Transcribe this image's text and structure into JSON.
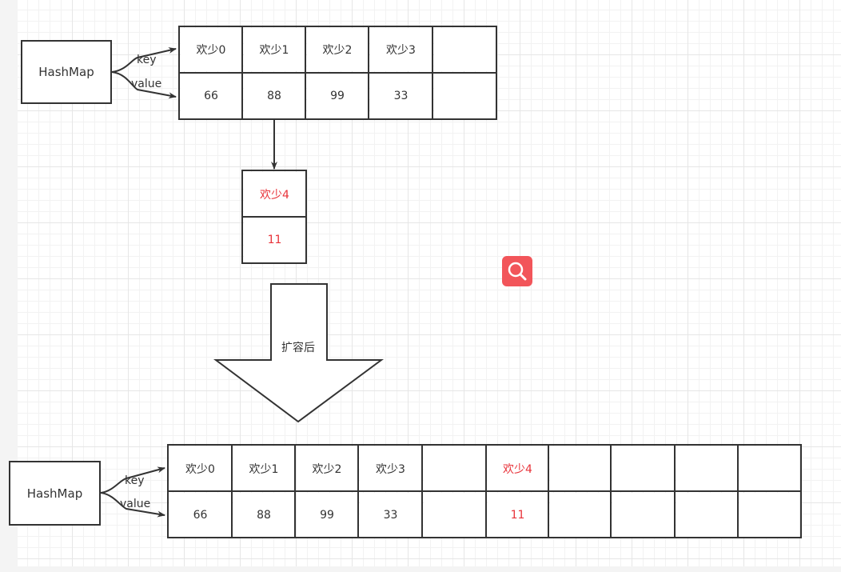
{
  "top": {
    "hashmap_label": "HashMap",
    "key_label": "key",
    "value_label": "value",
    "keys": [
      "欢少0",
      "欢少1",
      "欢少2",
      "欢少3",
      ""
    ],
    "values": [
      "66",
      "88",
      "99",
      "33",
      ""
    ],
    "collision": {
      "key": "欢少4",
      "value": "11"
    }
  },
  "arrow_label": "扩容后",
  "bottom": {
    "hashmap_label": "HashMap",
    "key_label": "key",
    "value_label": "value",
    "keys": [
      "欢少0",
      "欢少1",
      "欢少2",
      "欢少3",
      "",
      "欢少4",
      "",
      "",
      "",
      ""
    ],
    "values": [
      "66",
      "88",
      "99",
      "33",
      "",
      "11",
      "",
      "",
      "",
      ""
    ]
  },
  "search_button": {
    "icon": "magnifier-icon"
  },
  "colors": {
    "highlight": "#e8333a",
    "stroke": "#333333",
    "search_bg": "#f2555a"
  }
}
